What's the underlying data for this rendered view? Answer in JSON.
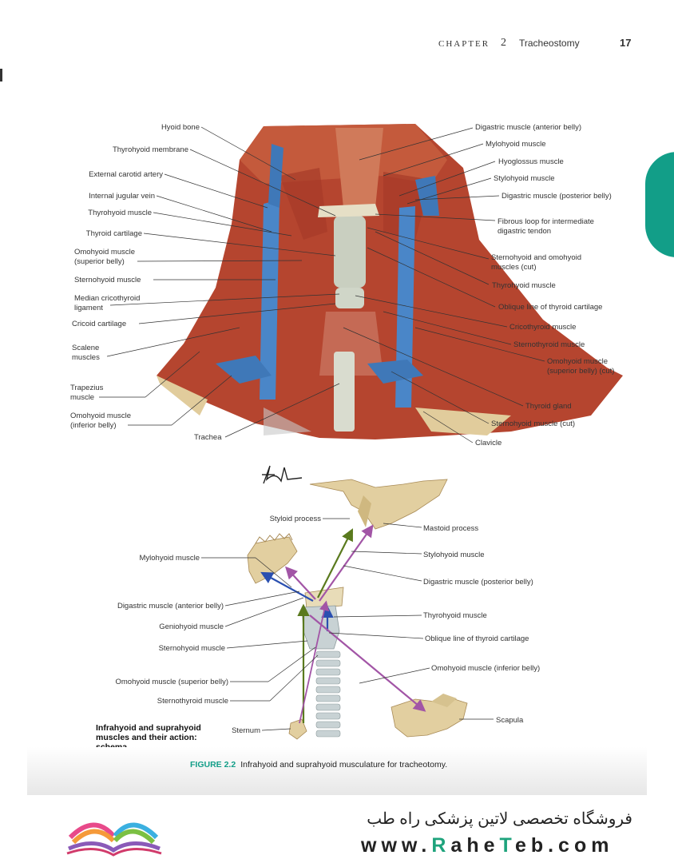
{
  "header": {
    "chapter_word": "CHAPTER",
    "chapter_number": "2",
    "chapter_title": "Tracheostomy",
    "page_number": "17"
  },
  "top_figure": {
    "labels_left": [
      "Hyoid bone",
      "Thyrohyoid membrane",
      "External carotid artery",
      "Internal jugular vein",
      "Thyrohyoid muscle",
      "Thyroid cartilage",
      "Omohyoid muscle",
      "(superior belly)",
      "Sternohyoid muscle",
      "Median cricothyroid",
      "ligament",
      "Cricoid cartilage",
      "Scalene",
      "muscles",
      "Trapezius",
      "muscle",
      "Omohyoid muscle",
      "(inferior belly)",
      "Trachea"
    ],
    "labels_right": [
      "Digastric muscle (anterior belly)",
      "Mylohyoid muscle",
      "Hyoglossus muscle",
      "Stylohyoid muscle",
      "Digastric muscle (posterior belly)",
      "Fibrous loop for intermediate",
      "digastric tendon",
      "Sternohyoid and omohyoid",
      "muscles (cut)",
      "Thyrohyoid muscle",
      "Oblique line of thyroid cartilage",
      "Cricothyroid muscle",
      "Sternothyroid muscle",
      "Omohyoid muscle",
      "(superior belly) (cut)",
      "Thyroid gland",
      "Sternohyoid muscle (cut)",
      "Clavicle"
    ]
  },
  "bottom_figure": {
    "labels_left": [
      "Styloid process",
      "Mylohyoid muscle",
      "Digastric muscle (anterior belly)",
      "Geniohyoid muscle",
      "Sternohyoid muscle",
      "Omohyoid muscle (superior belly)",
      "Sternothyroid muscle",
      "Sternum"
    ],
    "labels_right": [
      "Mastoid process",
      "Stylohyoid muscle",
      "Digastric muscle (posterior belly)",
      "Thyrohyoid muscle",
      "Oblique line of thyroid cartilage",
      "Omohyoid muscle (inferior belly)",
      "Scapula"
    ],
    "schema_title": "Infrahyoid and suprahyoid muscles and their action: schema",
    "arrow_colors": {
      "blue": "#2a4fb0",
      "green": "#5a7a1e",
      "purple": "#a255a6"
    }
  },
  "caption": {
    "figure_number": "FIGURE 2.2",
    "text": "Infrahyoid and suprahyoid musculature for tracheotomy."
  },
  "footer": {
    "shop_name": "فروشگاه تخصصی لاتین پزشکی  راه طب",
    "url_prefix": "www.",
    "url_r": "R",
    "url_mid": "ahe",
    "url_t": "T",
    "url_end": "eb.com"
  },
  "colors": {
    "accent": "#129e88",
    "muscle": "#b5452f",
    "vein": "#4a86c8",
    "bone": "#e2cfa0"
  }
}
